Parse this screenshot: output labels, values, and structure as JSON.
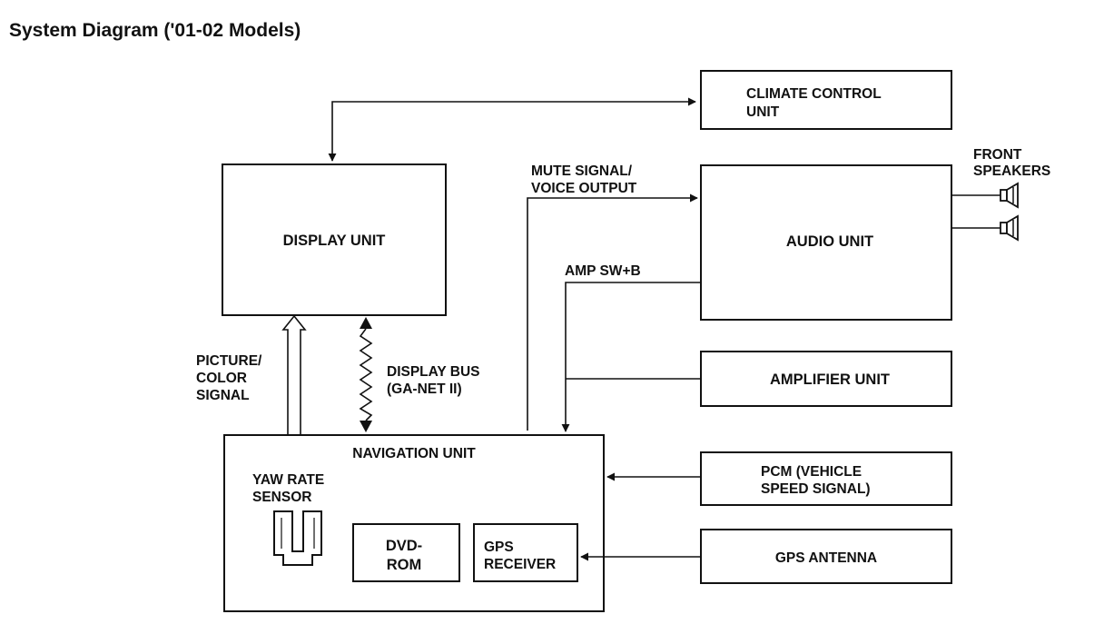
{
  "title": "System Diagram ('01-02 Models)",
  "units": {
    "climate": [
      "CLIMATE CONTROL",
      "UNIT"
    ],
    "display": "DISPLAY UNIT",
    "audio": "AUDIO UNIT",
    "amplifier": "AMPLIFIER UNIT",
    "navigation": "NAVIGATION UNIT",
    "pcm": [
      "PCM (VEHICLE",
      "SPEED SIGNAL)"
    ],
    "gps_antenna": "GPS ANTENNA",
    "yaw": [
      "YAW RATE",
      "SENSOR"
    ],
    "dvd": [
      "DVD-",
      "ROM"
    ],
    "gps_receiver": [
      "GPS",
      "RECEIVER"
    ]
  },
  "signals": {
    "mute": [
      "MUTE SIGNAL/",
      "VOICE OUTPUT"
    ],
    "amp_sw": "AMP SW+B",
    "picture": [
      "PICTURE/",
      "COLOR",
      "SIGNAL"
    ],
    "display_bus": [
      "DISPLAY BUS",
      "(GA-NET II)"
    ],
    "front_speakers": [
      "FRONT",
      "SPEAKERS"
    ]
  },
  "icons": {
    "speaker": "speaker-icon",
    "yaw_sensor": "yaw-rate-sensor-icon"
  }
}
